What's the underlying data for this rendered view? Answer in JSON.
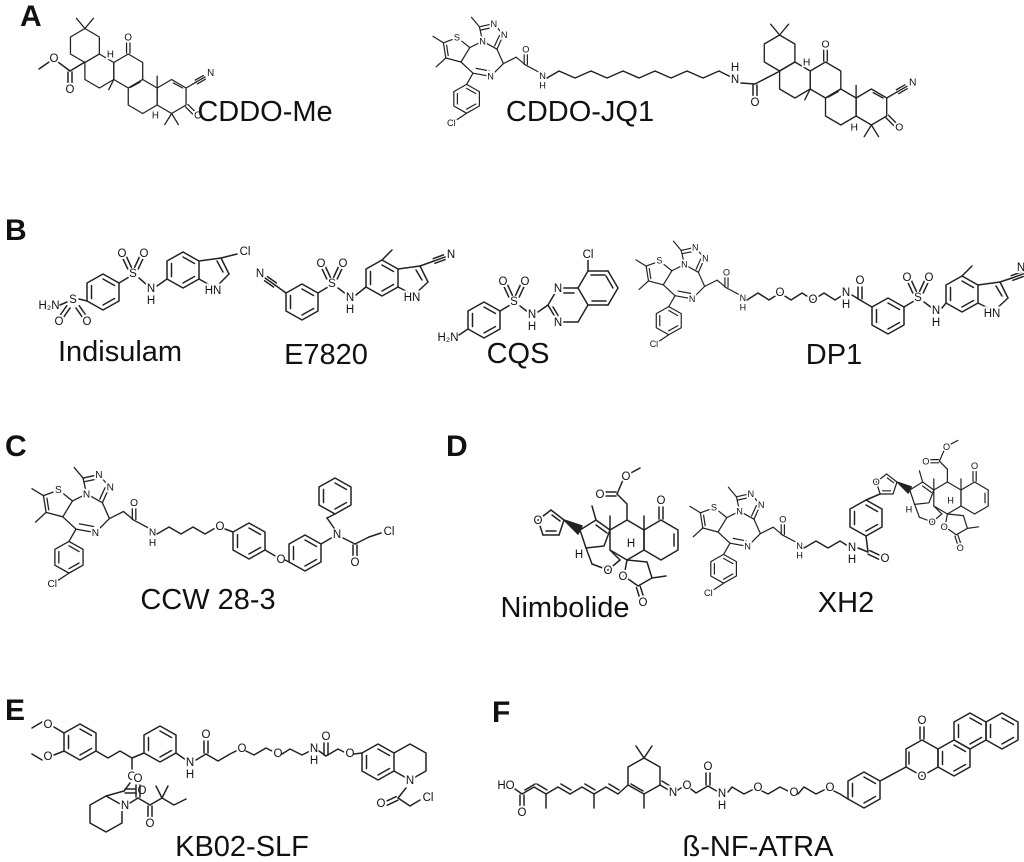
{
  "figure": {
    "background": "#ffffff",
    "line_color": "#222222",
    "label_color": "#111111"
  },
  "atoms": {
    "O": "O",
    "N": "N",
    "S": "S",
    "Cl": "Cl",
    "H": "H",
    "NH": "NH",
    "HN": "HN",
    "H2N": "H₂N",
    "HO": "HO"
  },
  "panels": [
    {
      "letter": "A",
      "compounds": [
        {
          "name": "CDDO-Me"
        },
        {
          "name": "CDDO-JQ1"
        }
      ]
    },
    {
      "letter": "B",
      "compounds": [
        {
          "name": "Indisulam"
        },
        {
          "name": "E7820"
        },
        {
          "name": "CQS"
        },
        {
          "name": "DP1"
        }
      ]
    },
    {
      "letter": "C",
      "compounds": [
        {
          "name": "CCW 28-3"
        }
      ]
    },
    {
      "letter": "D",
      "compounds": [
        {
          "name": "Nimbolide"
        },
        {
          "name": "XH2"
        }
      ]
    },
    {
      "letter": "E",
      "compounds": [
        {
          "name": "KB02-SLF"
        }
      ]
    },
    {
      "letter": "F",
      "compounds": [
        {
          "name": "ß-NF-ATRA"
        }
      ]
    }
  ]
}
